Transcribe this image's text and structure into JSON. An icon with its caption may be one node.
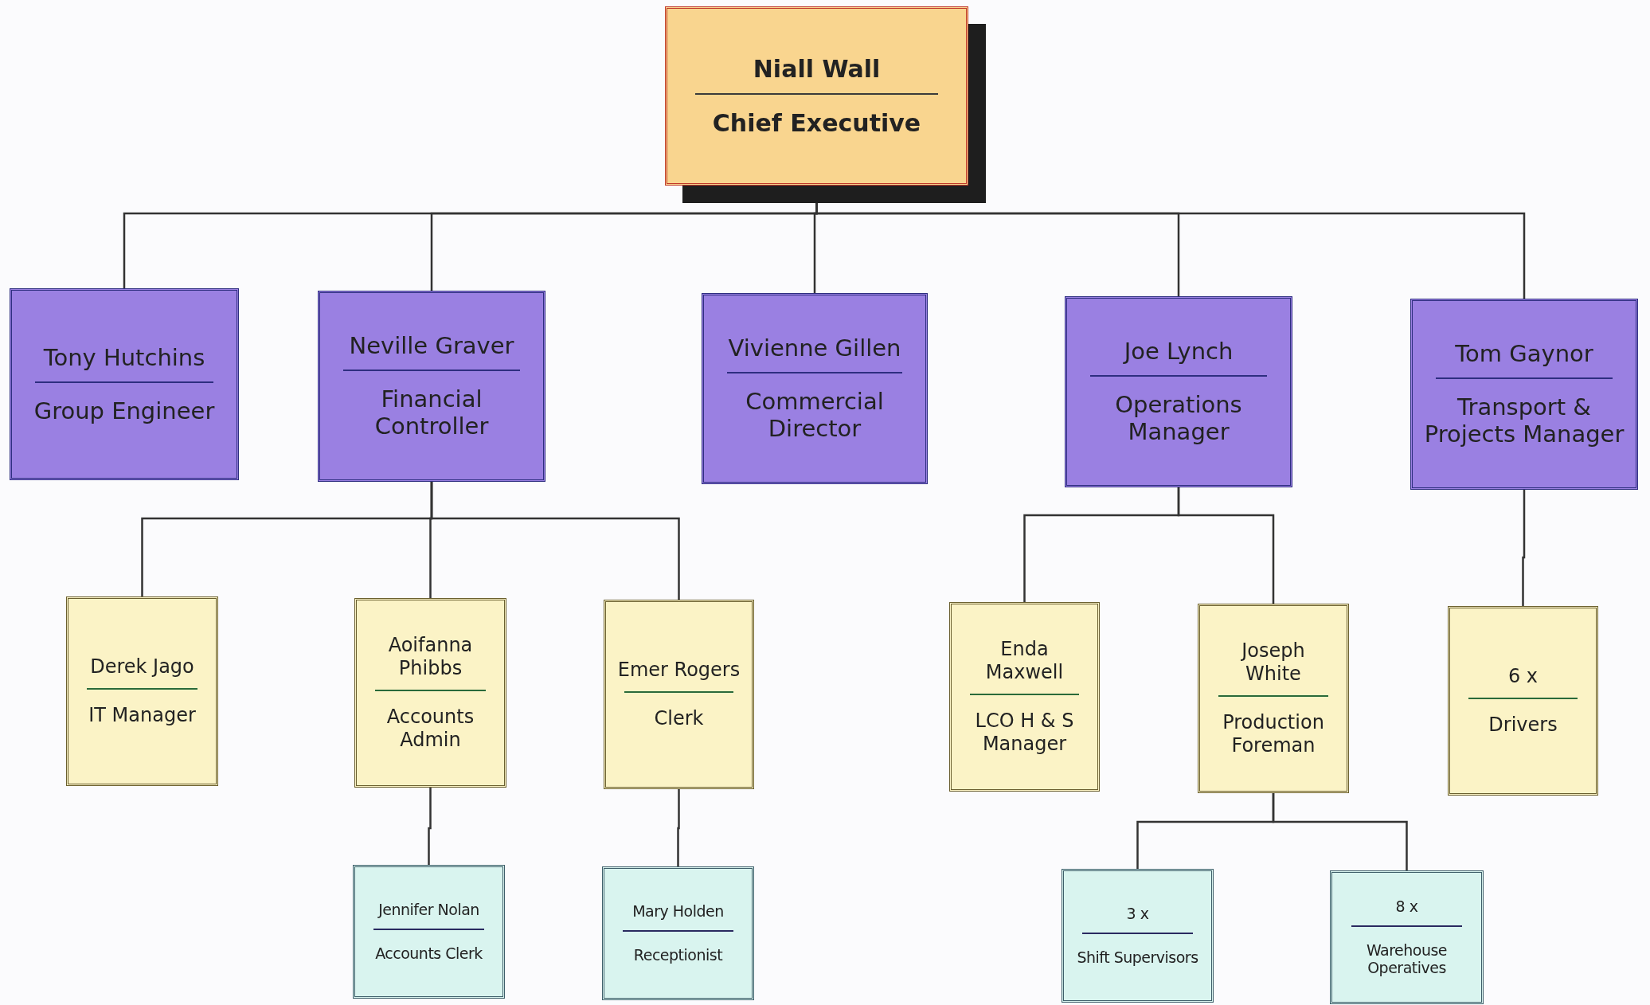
{
  "diagram": {
    "nodes": [
      {
        "text": [
          "Niall Wall",
          "Chief Executive"
        ]
      },
      {
        "text": [
          "Tony Hutchins",
          "Group Engineer"
        ]
      },
      {
        "text": [
          "Neville Graver",
          "Financial Controller"
        ]
      },
      {
        "text": [
          "Vivienne Gillen",
          "Commercial Director"
        ]
      },
      {
        "text": [
          "Joe Lynch",
          "Operations Manager"
        ]
      },
      {
        "text": [
          "Tom Gaynor",
          "Transport & Projects Manager"
        ]
      },
      {
        "text": [
          "Derek Jago",
          "IT Manager"
        ]
      },
      {
        "text": [
          "Aoifanna Phibbs",
          "Accounts Admin"
        ]
      },
      {
        "text": [
          "Emer Rogers",
          "Clerk"
        ]
      },
      {
        "text": [
          "Enda Maxwell",
          "LCO H & S Manager"
        ]
      },
      {
        "text": [
          "Joseph White",
          "Production Foreman"
        ]
      },
      {
        "text": [
          "6 x",
          "Drivers"
        ]
      },
      {
        "text": [
          "Jennifer Nolan",
          "Accounts Clerk"
        ]
      },
      {
        "text": [
          "Mary Holden",
          "Receptionist"
        ]
      },
      {
        "text": [
          "3 x",
          "Shift Supervisors"
        ]
      },
      {
        "text": [
          "8 x",
          "Warehouse Operatives"
        ]
      }
    ],
    "edges": [
      {
        "from": 0,
        "to": 1,
        "arrow": "none"
      },
      {
        "from": 0,
        "to": 2,
        "arrow": "none"
      },
      {
        "from": 0,
        "to": 3,
        "arrow": "none"
      },
      {
        "from": 0,
        "to": 4,
        "arrow": "none"
      },
      {
        "from": 0,
        "to": 5,
        "arrow": "none"
      },
      {
        "from": 2,
        "to": 6,
        "arrow": "none"
      },
      {
        "from": 2,
        "to": 7,
        "arrow": "none"
      },
      {
        "from": 2,
        "to": 8,
        "arrow": "none"
      },
      {
        "from": 4,
        "to": 9,
        "arrow": "none"
      },
      {
        "from": 4,
        "to": 10,
        "arrow": "none"
      },
      {
        "from": 5,
        "to": 11,
        "arrow": "none"
      },
      {
        "from": 7,
        "to": 12,
        "arrow": "none"
      },
      {
        "from": 8,
        "to": 13,
        "arrow": "none"
      },
      {
        "from": 10,
        "to": 14,
        "arrow": "none"
      },
      {
        "from": 10,
        "to": 15,
        "arrow": "none"
      }
    ]
  }
}
